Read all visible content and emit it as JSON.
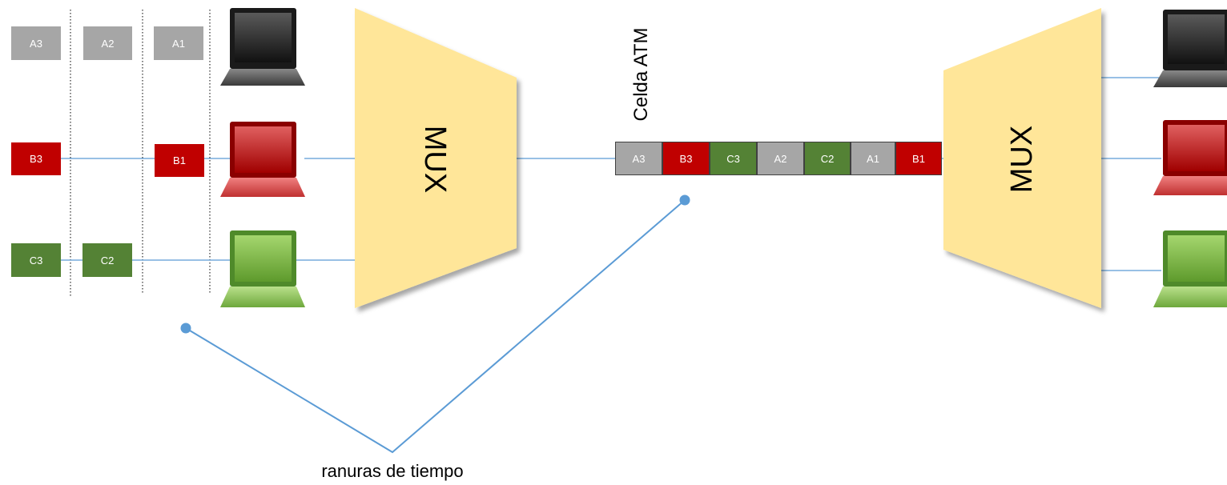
{
  "colors": {
    "gray": "#a6a6a6",
    "red": "#c00000",
    "green": "#548235",
    "line": "#5b9bd5",
    "mux_fill": "#ffe699"
  },
  "inputs": {
    "row_a": [
      "A3",
      "A2",
      "A1"
    ],
    "row_b": [
      "B3",
      "B1"
    ],
    "row_c": [
      "C3",
      "C2"
    ]
  },
  "mux_left_label": "MUX",
  "mux_right_label": "MUX",
  "atm_cell_label": "Celda ATM",
  "atm_stream": [
    {
      "label": "A3",
      "color": "gray"
    },
    {
      "label": "B3",
      "color": "red"
    },
    {
      "label": "C3",
      "color": "green"
    },
    {
      "label": "A2",
      "color": "gray"
    },
    {
      "label": "C2",
      "color": "green"
    },
    {
      "label": "A1",
      "color": "gray"
    },
    {
      "label": "B1",
      "color": "red"
    }
  ],
  "time_slots_label": "ranuras de tiempo",
  "laptop_icons": [
    "laptop-black-icon",
    "laptop-red-icon",
    "laptop-green-icon"
  ]
}
